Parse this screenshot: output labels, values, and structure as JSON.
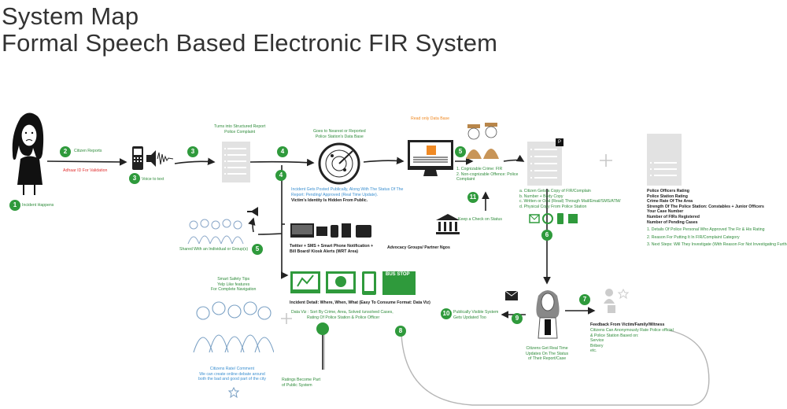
{
  "title": {
    "line1": "System Map",
    "line2": "Formal Speech Based Electronic FIR System"
  },
  "steps": {
    "s1": "1",
    "s2": "2",
    "s3": "3",
    "s3b": "3",
    "s4": "4",
    "s4b": "4",
    "s5": "5",
    "s5b": "5",
    "s6": "6",
    "s7": "7",
    "s8": "8",
    "s9": "9",
    "s10": "10",
    "s11": "11"
  },
  "labels": {
    "incident_happens": "Incident Happens",
    "citizen_reports": "Citizen Reports",
    "aadhar": "Adhaar ID For Validation",
    "voice_to_text": "Voice to text",
    "structured_report": [
      "Turns into Structured Report",
      "Police Complaint"
    ],
    "goes_to_database": [
      "Goes to Nearest or Reported",
      "Police Station's Data Base"
    ],
    "read_only_db": "Read only Data Base",
    "cognizable": [
      "1. Cognizable Crime: FIR",
      "2. Non-cognizable Offence: Police",
      "Complaint"
    ],
    "posted_publicly": [
      "Incident Gets Posted Publically, Along With The Status Of The",
      "Report: Pending/ Approved (Real Time Update)."
    ],
    "identity_hidden": "Victim's Identity Is Hidden From Public.",
    "citizen_copy": [
      "a. Citizen Gets a Copy of FIR/Complain",
      "b. Number + Body Copy",
      "c. Written or Oral (Read) Through Mail/Email/SMS/ATM/",
      "d. Physical Copy From Police Station"
    ],
    "keep_check": "Keep a Check on Status",
    "shared_with": "Shared With an Individual or Group(s)",
    "channels": [
      "Twitter + SMS + Smart Phone Notification  +",
      "Bill Board/ Kiosk Alerts (WRT Area)"
    ],
    "advocacy": "Advocacy Groups/ Partner Ngos",
    "safety_tips": [
      "Smart Safety Tips",
      "Yelp Like features",
      "For Complete Navigation"
    ],
    "bus_stop": "BUS STOP",
    "incident_detail": "Incident Detail: Where, When, What (Easy To Consume Format: Data Viz)",
    "data_viz": [
      "Data Viz :  Sort By Crime, Area, Solved /unsolved Cases,",
      "Rating Of Police Station & Police Officer"
    ],
    "publicly_visible": [
      "Publically Visible System",
      "Gets Updated Too"
    ],
    "citizens_rate": [
      "Citizens Rate/ Comment",
      "We can create online debate around",
      "both the bad and good part of the city"
    ],
    "ratings_public": [
      "Ratings Become Part",
      "of Public System"
    ],
    "real_time_updates": [
      "Citizens Get Real Time",
      "Updates On The Status",
      "of Their Report/Case"
    ],
    "feedback_title": "Feedback From Victim/Family/Witness",
    "feedback_lines": [
      "Citizens Can Anonymously Rate Police official",
      "& Police Station Based on:",
      "Service",
      "Bribery",
      "etc."
    ],
    "ratings_block": [
      "Police Officers Rating",
      "Police Station Rating",
      "Crime Rate Of The Area",
      "Strength Of The Police Station: Constables + Junior Officers",
      "Your Case Number",
      "Number of FIRs Registered",
      "Number of Pending Cases"
    ],
    "details_list": [
      "1. Details Of Police Personal Who Approved The Fir & His Rating",
      "2. Reason For Putting It In FIR/Complaint Category",
      "3. Next Steps: Will They Investigate (With Reason For Not Investigating Further)"
    ]
  },
  "colors": {
    "green": "#2f9a3c",
    "orange": "#f08a24",
    "red": "#e03030",
    "blue": "#3b8fd0"
  }
}
